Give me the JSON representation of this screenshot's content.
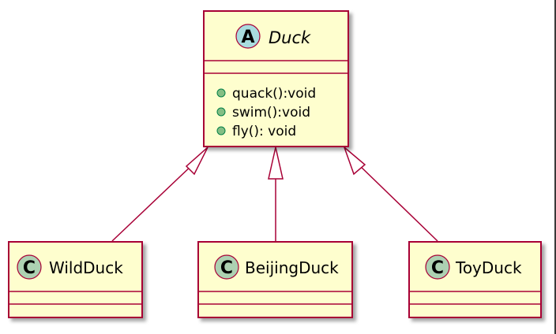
{
  "diagram": {
    "abstract_class": {
      "stereotype_letter": "A",
      "name": "Duck",
      "methods": [
        "quack():void",
        "swim():void",
        "fly(): void"
      ]
    },
    "subclasses": [
      {
        "stereotype_letter": "C",
        "name": "WildDuck"
      },
      {
        "stereotype_letter": "C",
        "name": "BeijingDuck"
      },
      {
        "stereotype_letter": "C",
        "name": "ToyDuck"
      }
    ]
  },
  "colors": {
    "class_fill": "#FEFECE",
    "class_border": "#A80036",
    "abstract_badge": "#A9DCDF",
    "class_badge": "#ADD1B2",
    "method_dot": "#84BE84",
    "method_dot_border": "#038048",
    "text": "#000000"
  },
  "icons": {
    "abstract_badge": "abstract-class-badge-icon",
    "class_badge": "class-badge-icon",
    "public_method": "public-method-dot-icon",
    "inheritance_arrow": "hollow-triangle-arrowhead-icon"
  }
}
